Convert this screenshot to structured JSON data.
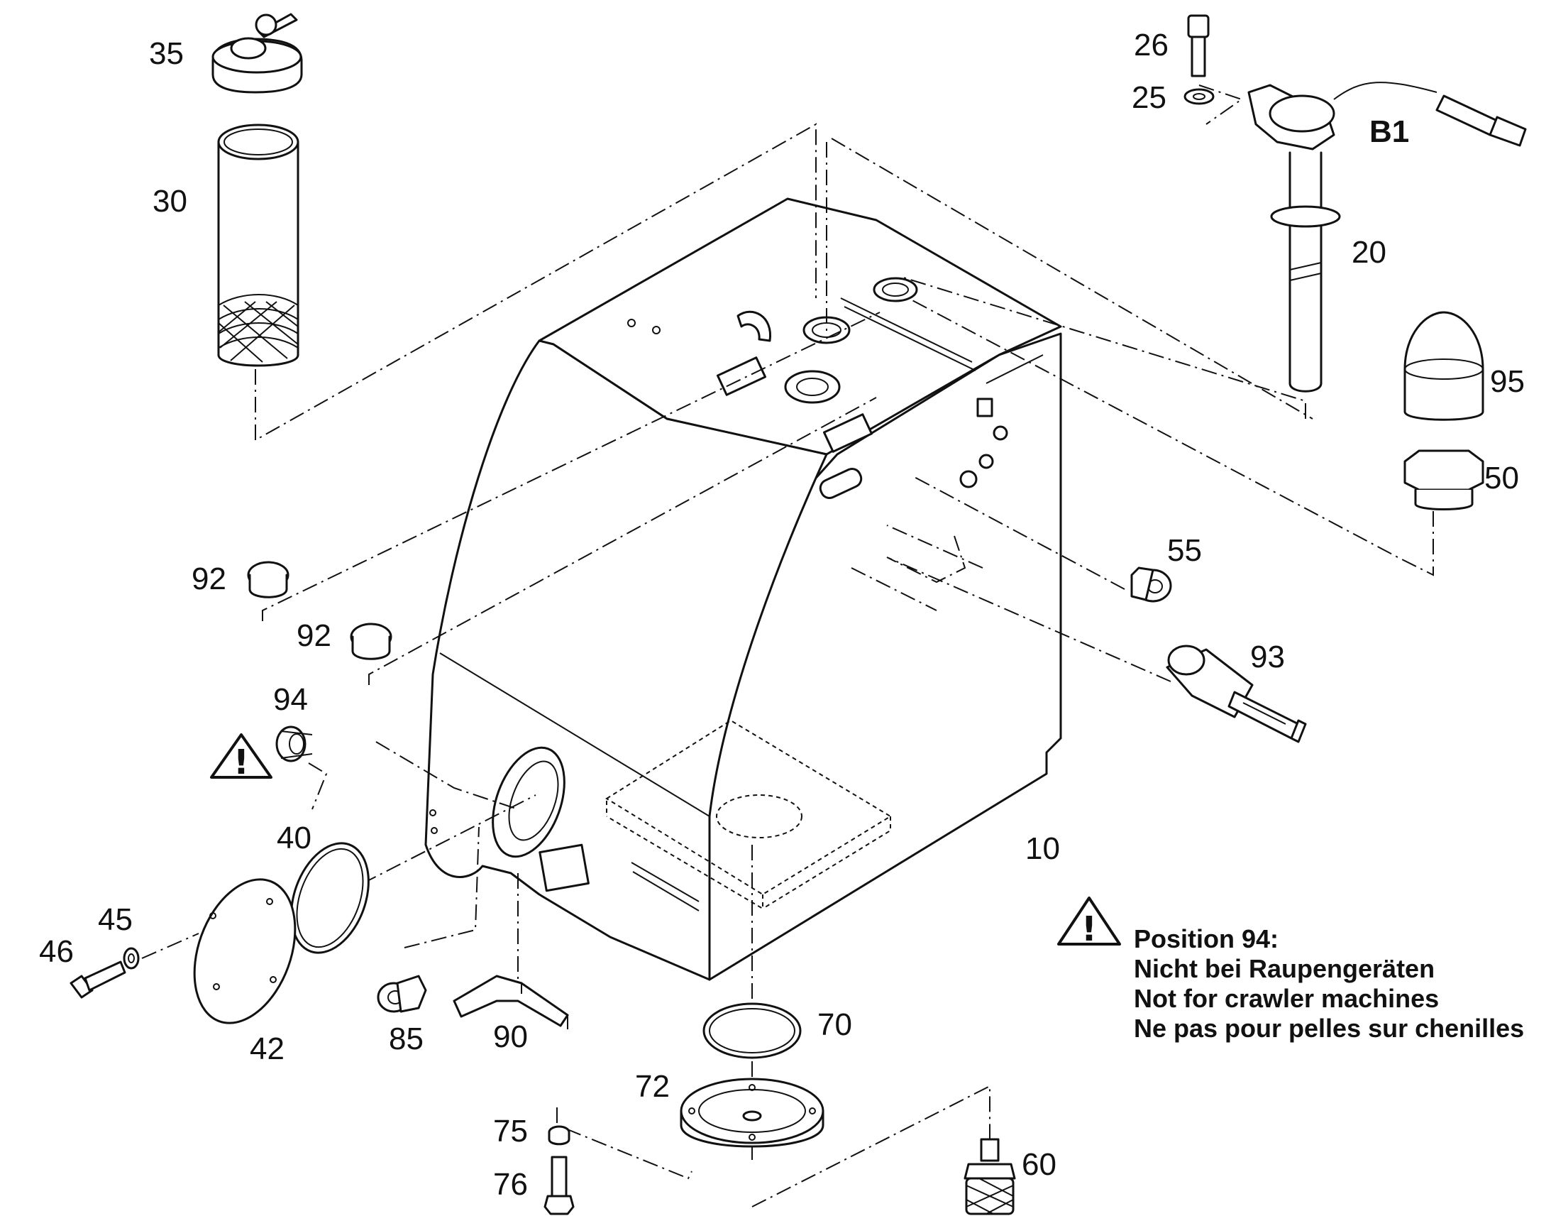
{
  "callouts": {
    "p10": "10",
    "p20": "20",
    "p25": "25",
    "p26": "26",
    "b1": "B1",
    "p30": "30",
    "p35": "35",
    "p40": "40",
    "p42": "42",
    "p45": "45",
    "p46": "46",
    "p50": "50",
    "p55": "55",
    "p60": "60",
    "p70": "70",
    "p72": "72",
    "p75": "75",
    "p76": "76",
    "p85": "85",
    "p90": "90",
    "p92a": "92",
    "p92b": "92",
    "p93": "93",
    "p94": "94",
    "p95": "95"
  },
  "note": {
    "line1": "Position 94:",
    "line2": "Nicht bei Raupengeräten",
    "line3": "Not for crawler machines",
    "line4": "Ne pas pour pelles sur chenilles"
  },
  "icons": {
    "warning": "warning-triangle-icon"
  }
}
